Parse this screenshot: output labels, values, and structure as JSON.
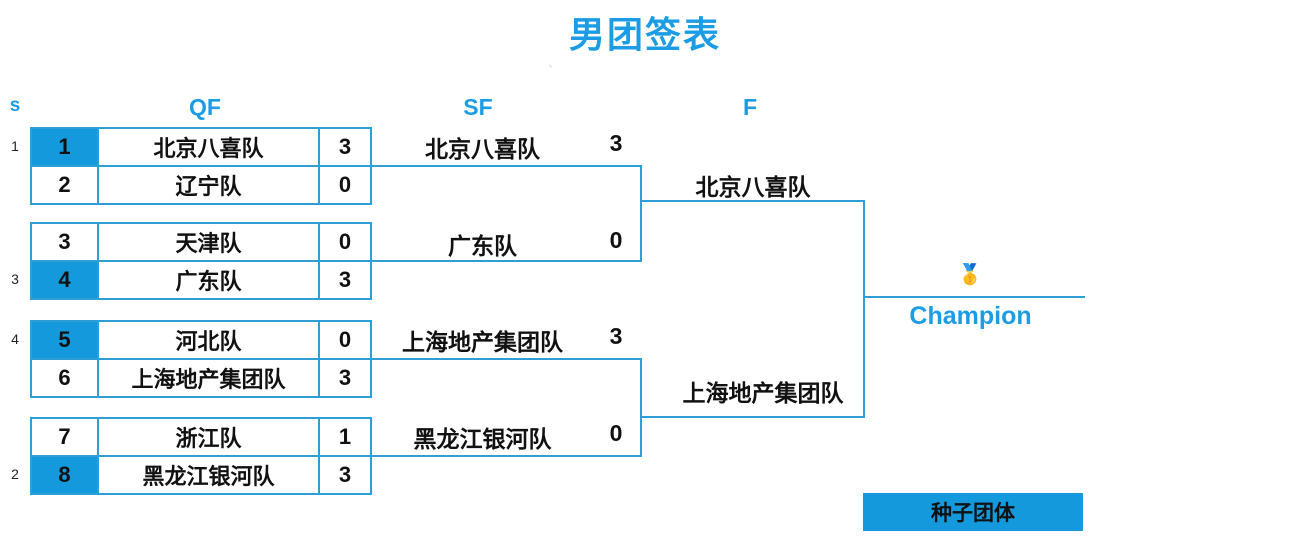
{
  "title": "男团签表",
  "watermark": "`",
  "headers": {
    "s": "s",
    "qf": "QF",
    "sf": "SF",
    "f": "F"
  },
  "colors": {
    "accent_fill": "#1499dc",
    "line_blue": "#2e9fd6",
    "header_text_blue": "#1b9ce4",
    "text_black": "#111111"
  },
  "bracket": {
    "qf": {
      "rows": [
        {
          "rank": "1",
          "seed": "1",
          "team": "北京八喜队",
          "score": "3"
        },
        {
          "rank": "",
          "seed": "2",
          "team": "辽宁队",
          "score": "0"
        },
        {
          "rank": "",
          "seed": "3",
          "team": "天津队",
          "score": "0"
        },
        {
          "rank": "3",
          "seed": "4",
          "team": "广东队",
          "score": "3"
        },
        {
          "rank": "4",
          "seed": "5",
          "team": "河北队",
          "score": "0"
        },
        {
          "rank": "",
          "seed": "6",
          "team": "上海地产集团队",
          "score": "3"
        },
        {
          "rank": "",
          "seed": "7",
          "team": "浙江队",
          "score": "1"
        },
        {
          "rank": "2",
          "seed": "8",
          "team": "黑龙江银河队",
          "score": "3"
        }
      ]
    },
    "sf": [
      {
        "team": "北京八喜队",
        "score": "3"
      },
      {
        "team": "广东队",
        "score": "0"
      },
      {
        "team": "上海地产集团队",
        "score": "3"
      },
      {
        "team": "黑龙江银河队",
        "score": "0"
      }
    ],
    "f": [
      {
        "team": "北京八喜队"
      },
      {
        "team": "上海地产集团队"
      }
    ],
    "champion": {
      "icon": "🥇",
      "label": "Champion"
    }
  },
  "legend": {
    "seed_box": "种子团体"
  }
}
